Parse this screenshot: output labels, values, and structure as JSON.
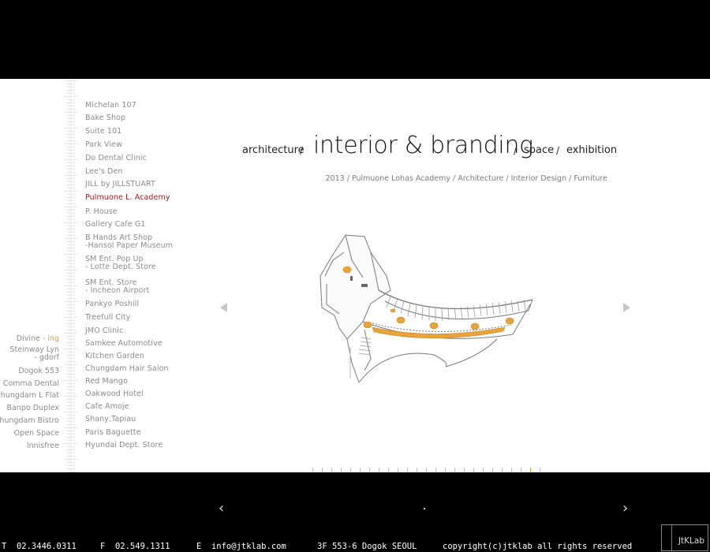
{
  "nav": {
    "architecture": "architecture",
    "sep1": "/",
    "active": "interior & branding",
    "sep2": "/",
    "space": "space",
    "sep3": "/",
    "exhibition": "exhibition"
  },
  "subtitle": "2013 / Pulmuone Lohas Academy / Architecture / Interior Design / Furniture",
  "projects": [
    {
      "label": "Michelan 107",
      "active": false
    },
    {
      "label": "Bake Shop",
      "active": false
    },
    {
      "label": "Suite 101",
      "active": false
    },
    {
      "label": "Park View",
      "active": false
    },
    {
      "label": "Do Dental Clinic",
      "active": false
    },
    {
      "label": "Lee's Den",
      "active": false
    },
    {
      "label": "JILL by JILLSTUART",
      "active": false
    },
    {
      "label": "Pulmuone L. Academy",
      "active": true
    },
    {
      "label": "P. House",
      "active": false
    },
    {
      "label": "Gallery Cafe G1",
      "active": false
    },
    {
      "label": "B Hands Art Shop\n-Hansol Paper Museum",
      "active": false
    },
    {
      "label": "SM Ent. Pop Up\n- Lotte Dept. Store",
      "active": false
    },
    {
      "label": "SM Ent. Store\n- Incheon Airport",
      "active": false
    },
    {
      "label": "Pankyo Poshill",
      "active": false
    },
    {
      "label": "Treefull City",
      "active": false
    },
    {
      "label": "JMO Clinic",
      "active": false
    },
    {
      "label": "Samkee Automotive",
      "active": false
    },
    {
      "label": "Kitchen Garden",
      "active": false
    },
    {
      "label": "Chungdam Hair Salon",
      "active": false
    },
    {
      "label": "Red Mango",
      "active": false
    },
    {
      "label": "Oakwood Hotel",
      "active": false
    },
    {
      "label": "Cafe Amoje",
      "active": false
    },
    {
      "label": "Shany,Tapiau",
      "active": false
    },
    {
      "label": "Paris Baguette",
      "active": false
    },
    {
      "label": "Hyundai Dept. Store",
      "active": false
    }
  ],
  "ongoing": {
    "title": "Divine",
    "title_suffix": " - ing",
    "items": [
      "Steinway Lyn\n- gdorf",
      "Dogok 553",
      "Comma Dental",
      "Chungdam L Flat",
      "Banpo Duplex",
      "Chungdam Bistro",
      "Open Space",
      "Innisfree"
    ]
  },
  "pager": {
    "prev": "‹",
    "next": "›"
  },
  "footer": {
    "tel": "T  02.3446.0311",
    "fax": "F  02.549.1311",
    "email": "E  info@jtklab.com",
    "address": "3F 553-6 Dogok SEOUL",
    "copyright": "copyright(c)jtklab all rights reserved"
  },
  "logo": "JtKLab",
  "colors": {
    "accent": "#e39a2e",
    "active_item": "#a01c1c",
    "text_gray": "#8a8a8a"
  }
}
